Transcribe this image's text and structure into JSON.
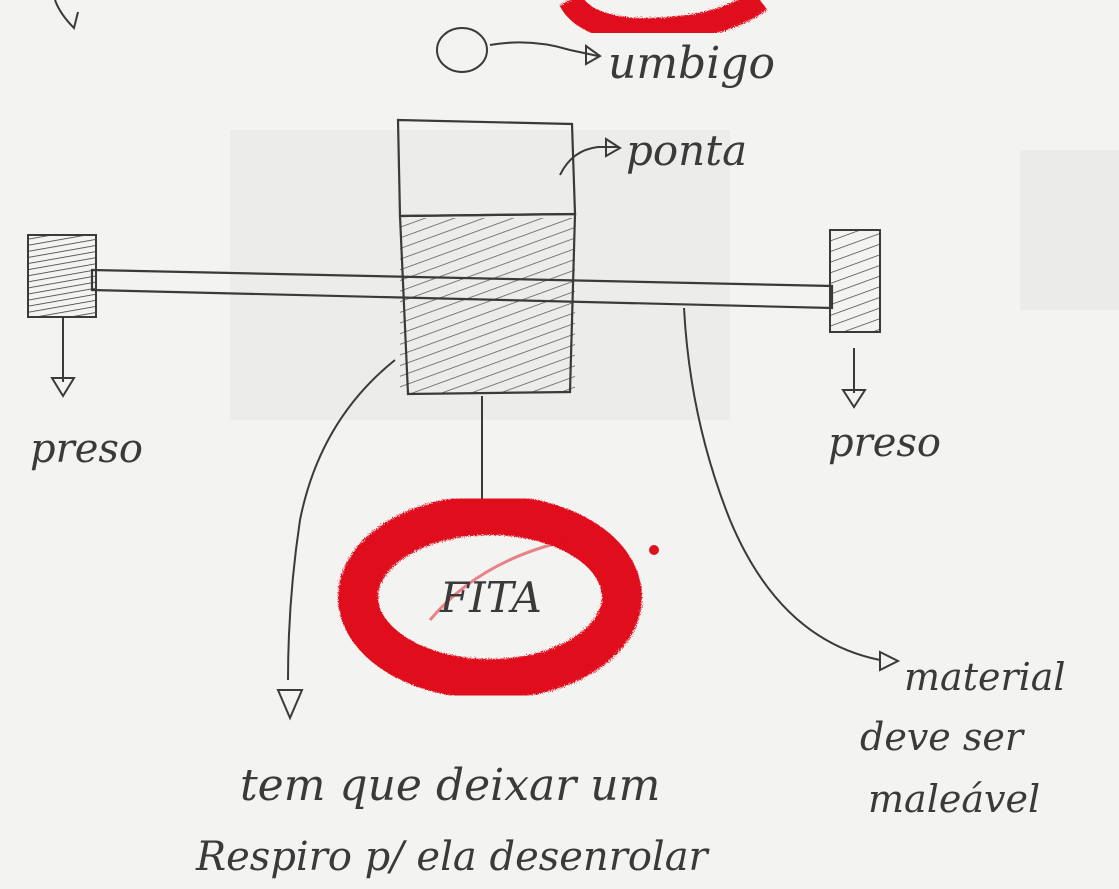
{
  "labels": {
    "umbigo": "umbigo",
    "ponta": "ponta",
    "preso_left": "preso",
    "preso_right": "preso",
    "fita": "FITA",
    "material_line1": "material",
    "material_line2": "deve ser",
    "material_line3": "maleável",
    "note_line1": "tem que deixar um",
    "note_line2": "Respiro p/ ela desenrolar"
  },
  "colors": {
    "ink": "#3a3a3a",
    "marker": "#e0101c",
    "paper": "#f3f3f1"
  }
}
